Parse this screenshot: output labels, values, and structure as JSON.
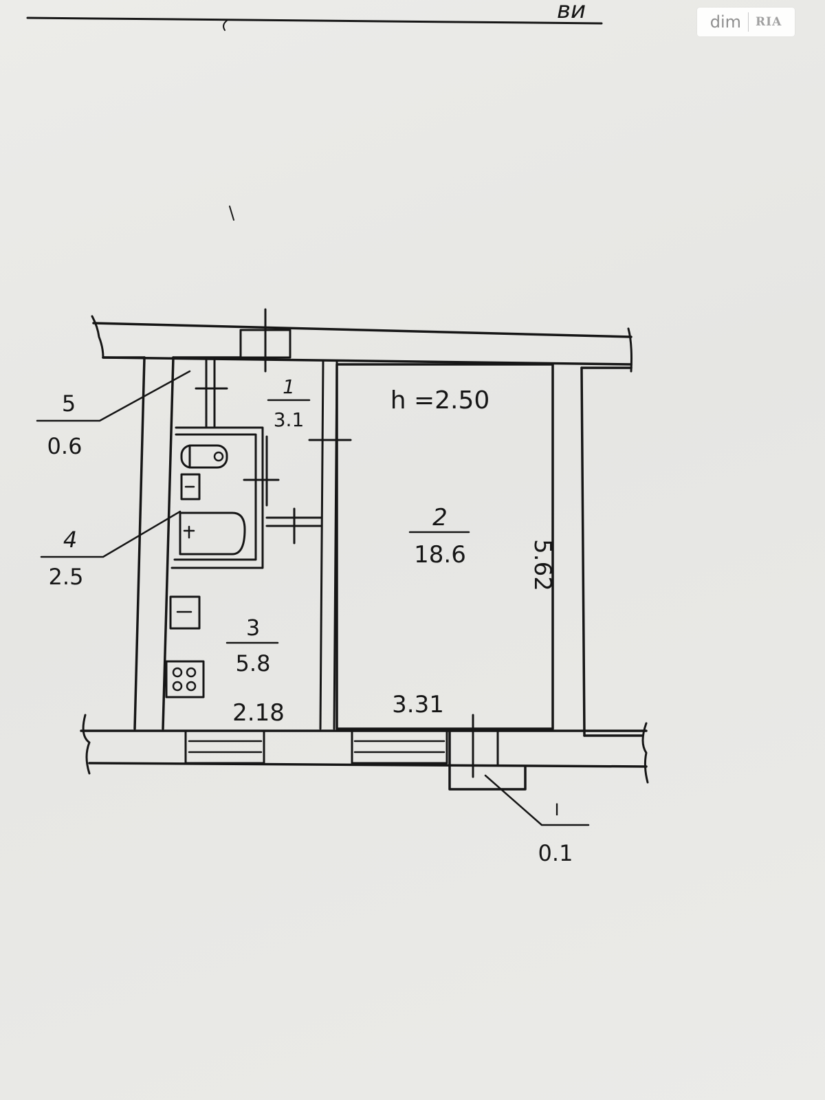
{
  "watermark": {
    "brand": "dim",
    "logo": "RIA"
  },
  "header_fragment": "ви",
  "ceiling_height": "h =2.50",
  "rooms": [
    {
      "number": "1",
      "area": "3.1"
    },
    {
      "number": "2",
      "area": "18.6"
    },
    {
      "number": "3",
      "area": "5.8"
    },
    {
      "number": "4",
      "area": "2.5"
    },
    {
      "number": "5",
      "area": "0.6"
    },
    {
      "number": "I",
      "area": "0.1"
    }
  ],
  "dimensions": {
    "kitchen_width": "2.18",
    "room_width": "3.31",
    "room_length": "5.62"
  },
  "colors": {
    "ink": "#161616",
    "paper": "#e9e9e7"
  }
}
